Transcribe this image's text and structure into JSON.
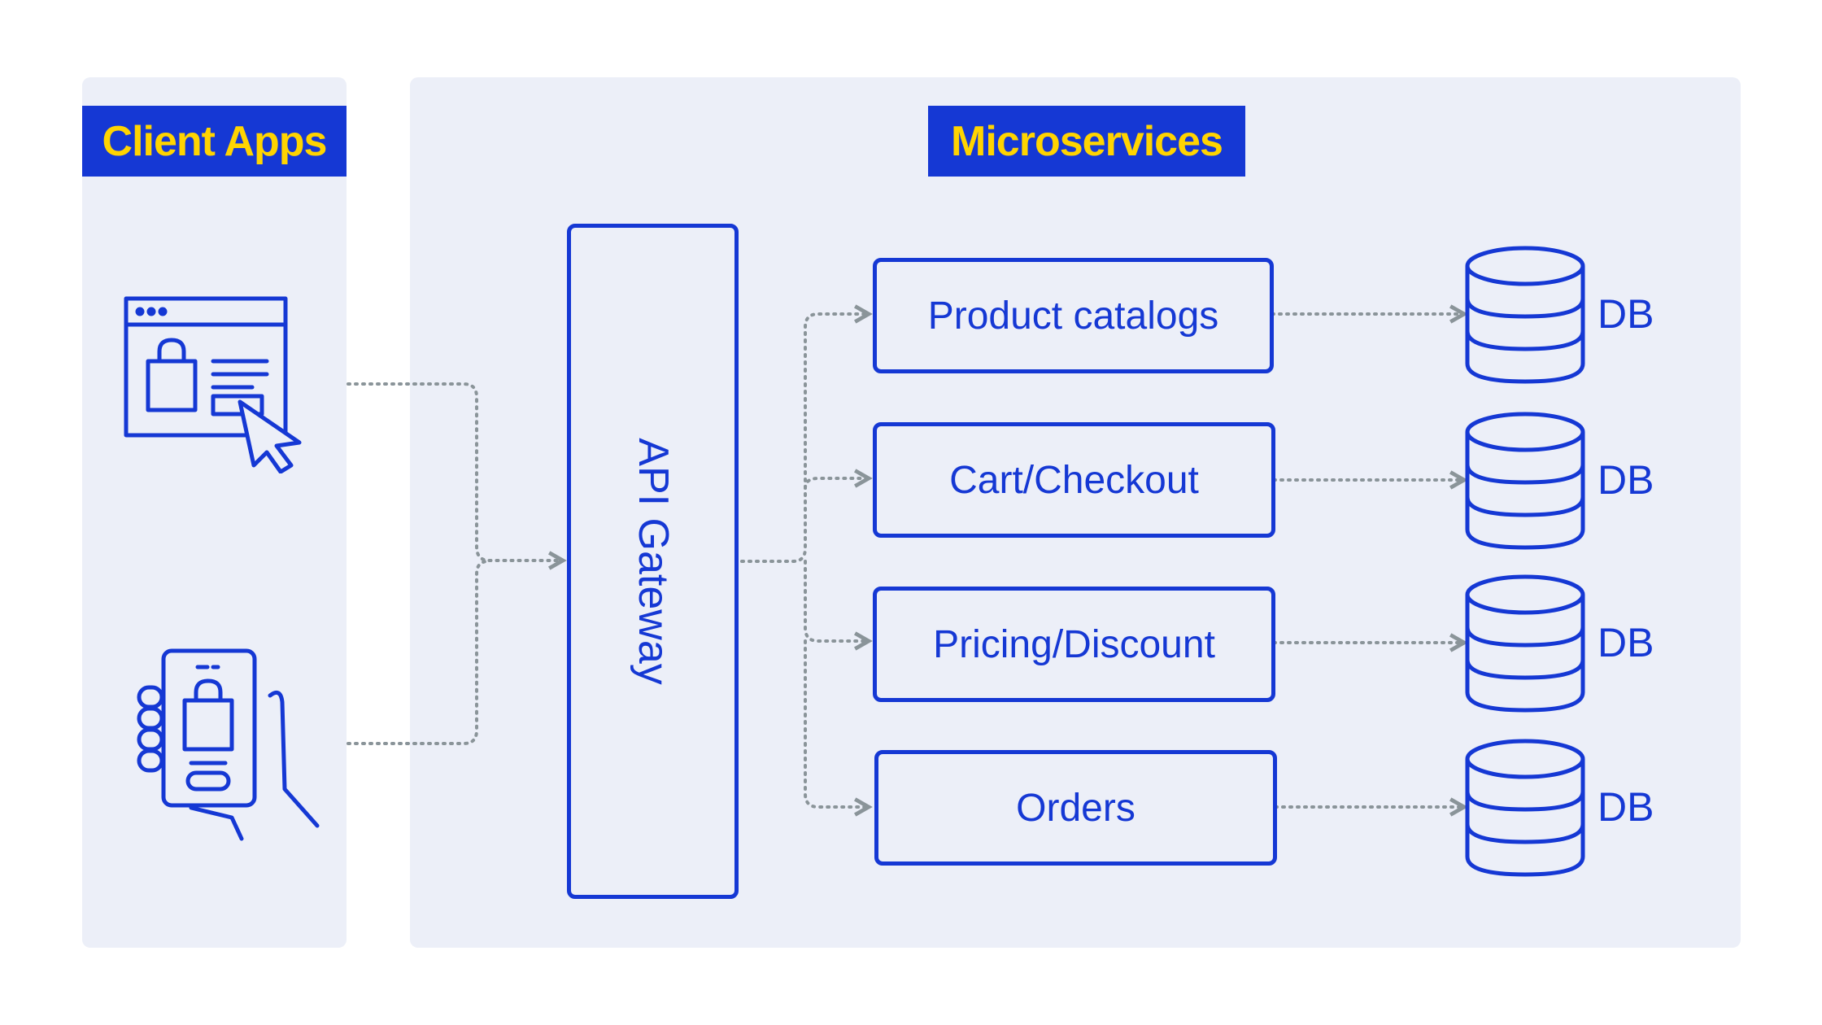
{
  "client_apps": {
    "title": "Client Apps",
    "icons": [
      "web-shop-icon",
      "mobile-shop-icon"
    ]
  },
  "microservices": {
    "title": "Microservices",
    "gateway_label": "API Gateway",
    "services": [
      {
        "label": "Product catalogs",
        "db_label": "DB"
      },
      {
        "label": "Cart/Checkout",
        "db_label": "DB"
      },
      {
        "label": "Pricing/Discount",
        "db_label": "DB"
      },
      {
        "label": "Orders",
        "db_label": "DB"
      }
    ]
  },
  "colors": {
    "accent_blue": "#1538d4",
    "title_yellow": "#ffd400",
    "panel_bg": "#eceff8",
    "connector_gray": "#8a9499"
  }
}
